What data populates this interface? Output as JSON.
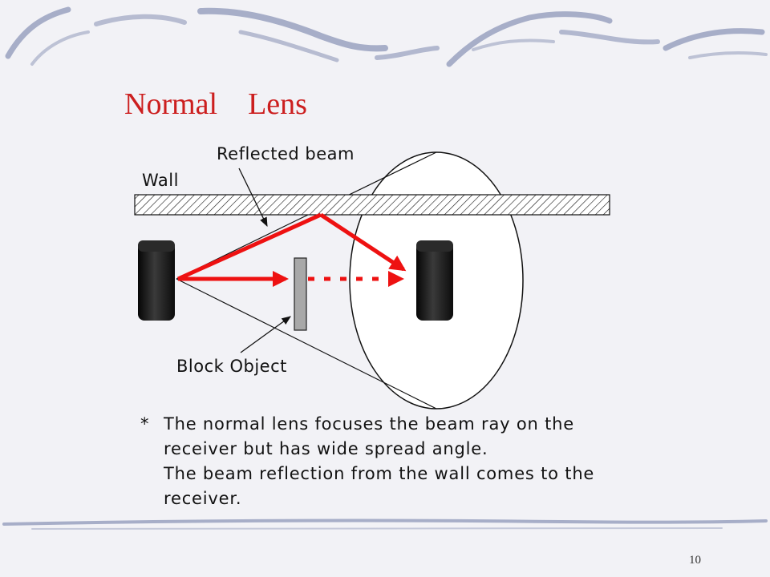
{
  "slide": {
    "title": "Normal　Lens",
    "page_number": "10",
    "colors": {
      "title": "#cc1f1f",
      "beam": "#ee1111",
      "background": "#f2f2f6",
      "decor": "#a7aec8"
    }
  },
  "diagram": {
    "labels": {
      "reflected_beam": "Reflected beam",
      "wall": "Wall",
      "block_object": "Block Object"
    }
  },
  "note": {
    "bullet": "*",
    "lines": [
      "The normal lens focuses the beam ray on the",
      "receiver but has wide spread angle.",
      "The beam reflection from the wall comes to the",
      "receiver."
    ]
  }
}
